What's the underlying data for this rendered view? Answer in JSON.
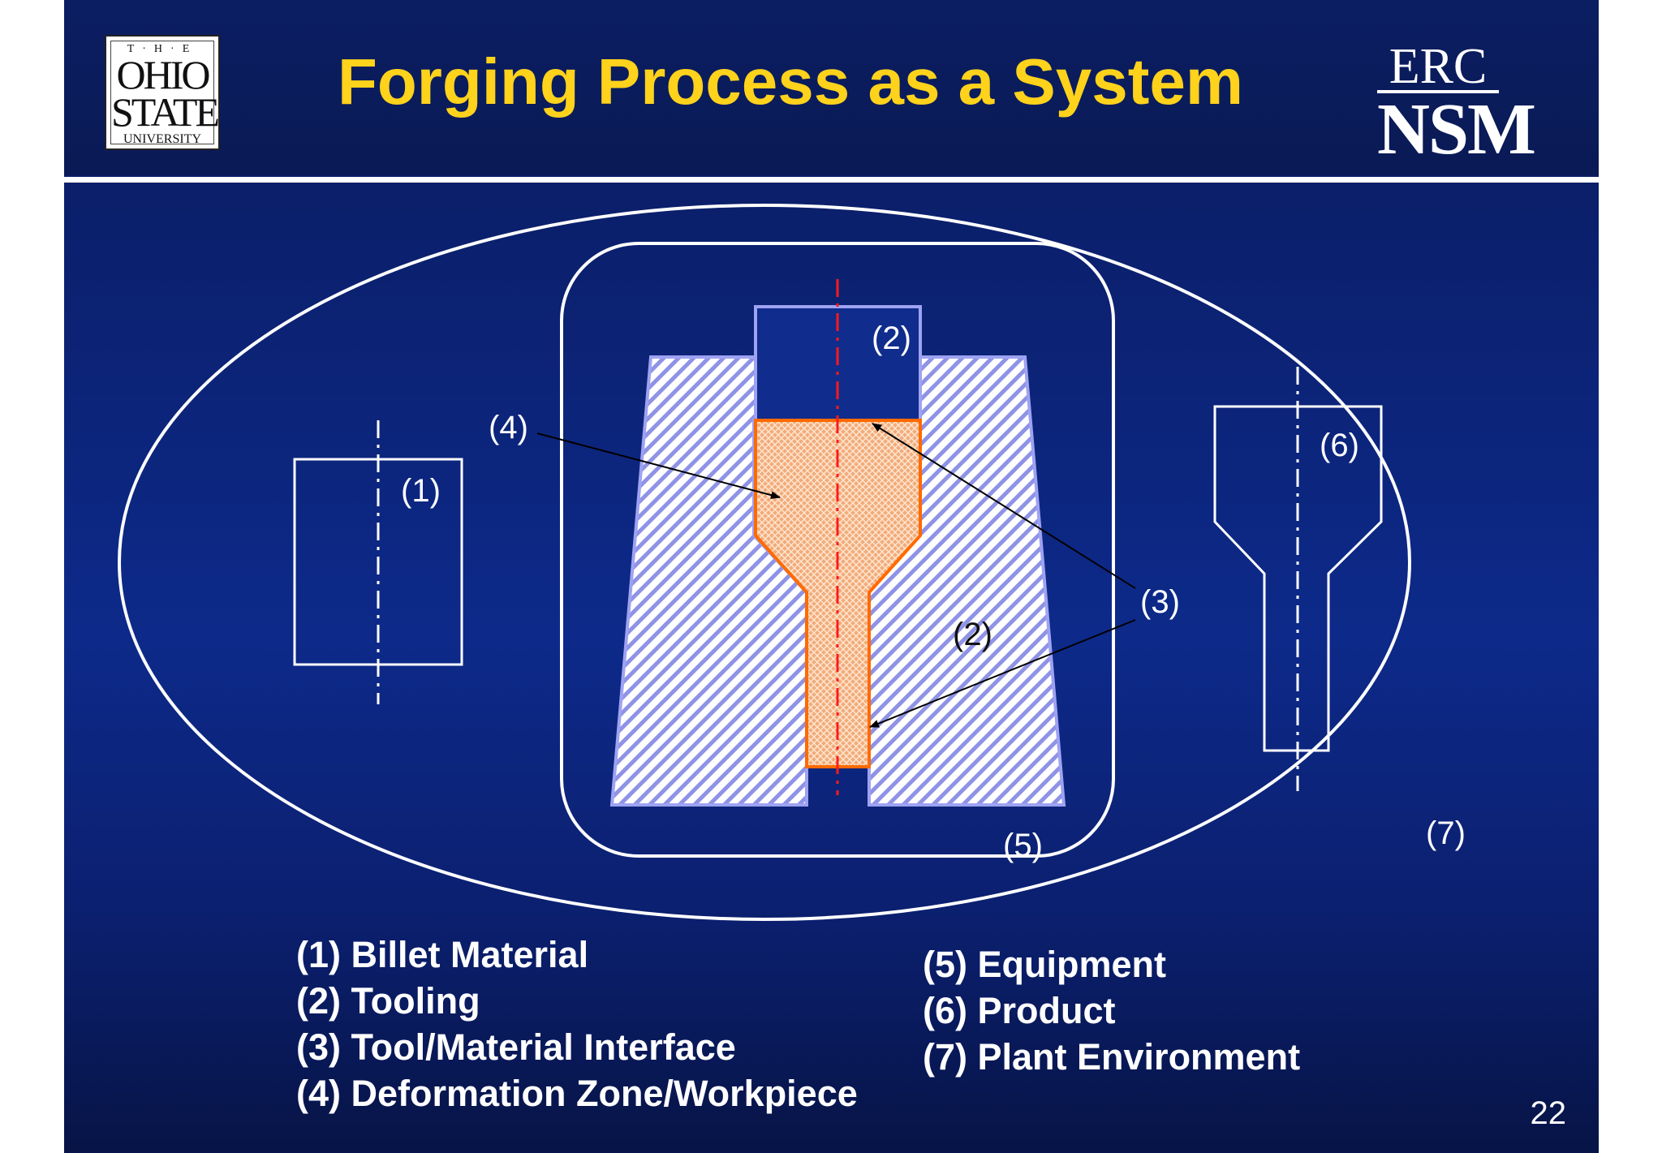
{
  "header": {
    "title": "Forging Process as a System",
    "osu_logo": {
      "the": "T·H·E",
      "ohio": "OHIO",
      "state": "STATE",
      "university": "UNIVERSITY"
    },
    "erc_logo": {
      "top": "ERC",
      "bottom": "NSM"
    }
  },
  "diagram": {
    "labels": {
      "billet": "(1)",
      "tooling_top": "(2)",
      "tooling_die": "(2)",
      "interface": "(3)",
      "deformation_zone": "(4)",
      "equipment": "(5)",
      "product": "(6)",
      "plant_environment": "(7)"
    },
    "colors": {
      "outline": "#ffffff",
      "die_fill": "#8f93e6",
      "die_stroke": "#9ea2f2",
      "workpiece_fill": "#f2ab7a",
      "workpiece_stroke": "#ff6a00",
      "centerline_red": "#ff1a1a",
      "arrow": "#000000"
    }
  },
  "legend": {
    "left": [
      "(1) Billet Material",
      "(2) Tooling",
      "(3) Tool/Material Interface",
      "(4) Deformation Zone/Workpiece"
    ],
    "right": [
      "(5) Equipment",
      "(6) Product",
      "(7) Plant Environment"
    ]
  },
  "page_number": "22"
}
